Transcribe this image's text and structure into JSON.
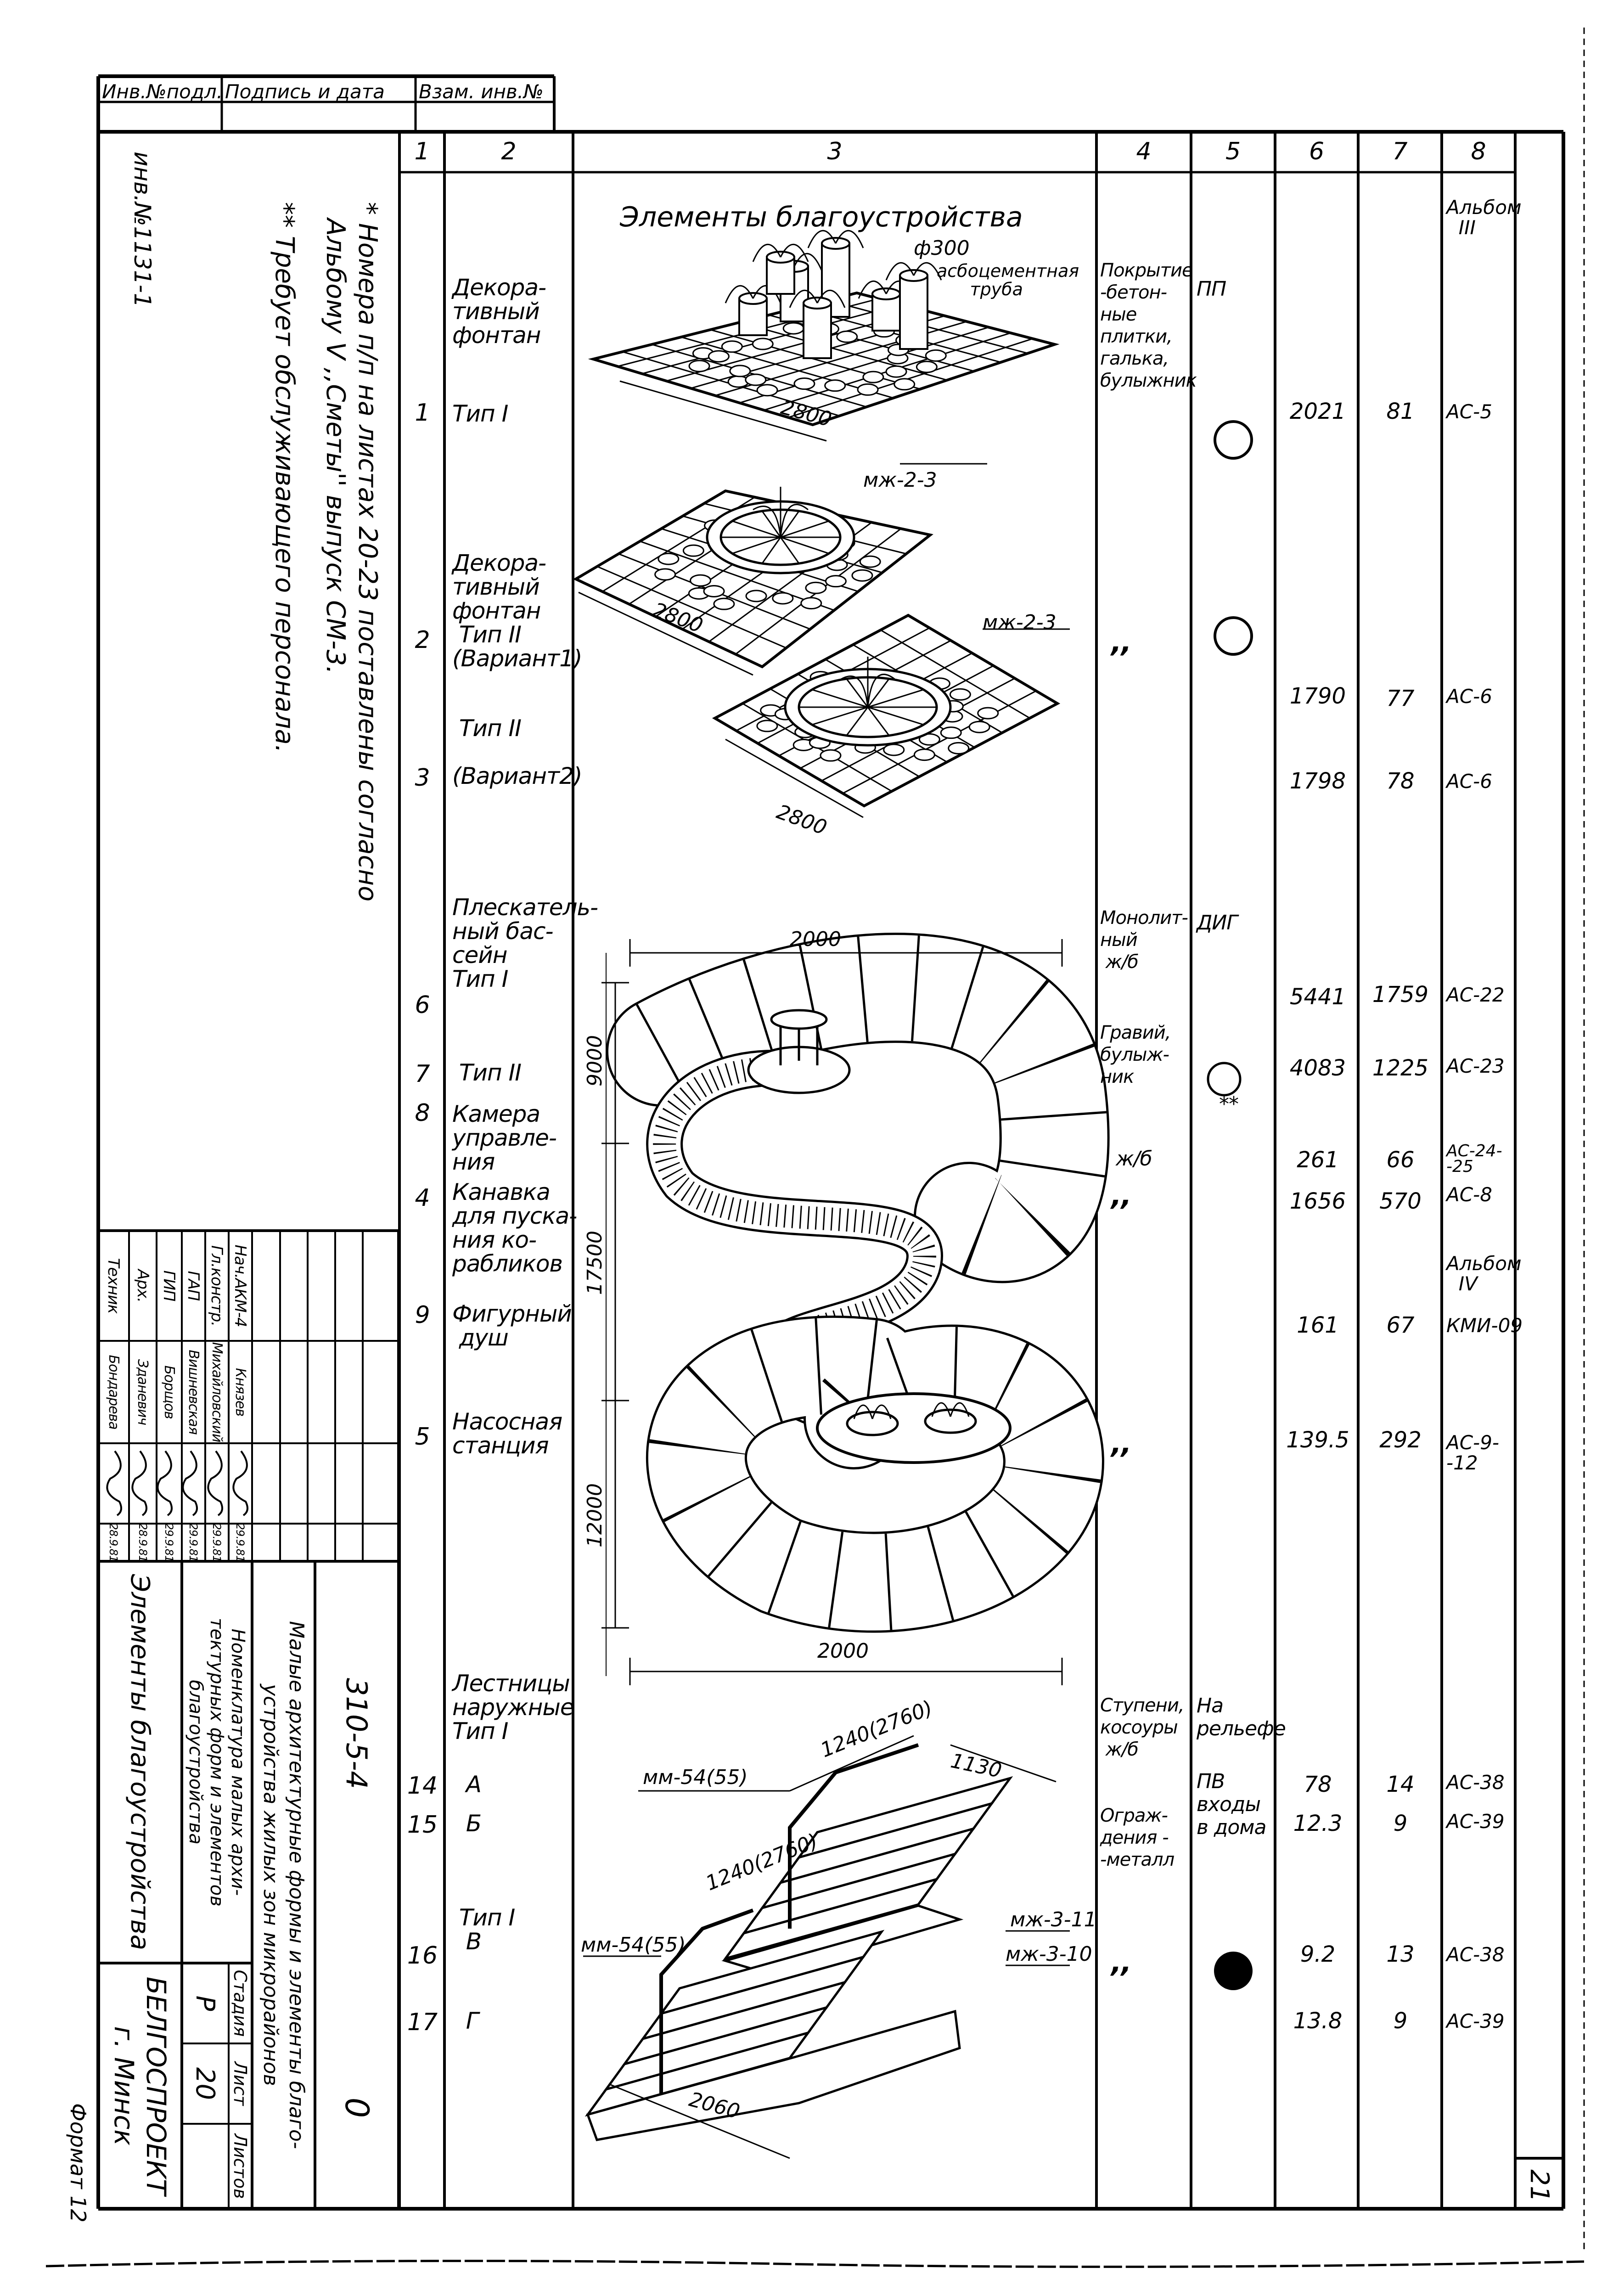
{
  "stamp_top": {
    "headers": [
      "Инв.№подл.",
      "Подпись и дата",
      "Взам. инв.№"
    ]
  },
  "inventory_no": "инв.№1131-1",
  "notes": [
    "* Номера п/п на листах 20-23 поставлены согласно\n  Альбому V ,,Сметы'' выпуск СМ-3.",
    "** Требует обслуживающего персонала."
  ],
  "table": {
    "column_numbers": [
      "1",
      "2",
      "3",
      "4",
      "5",
      "6",
      "7",
      "8"
    ],
    "section_title": "Элементы благоустройства",
    "rows": [
      {
        "n": "1",
        "name": "Декора-\nтивный\nфонтан",
        "type": "Тип I",
        "material": "Покрытие\n-бетон-\nные\nплитки,\nгалька,\nбулыжник",
        "col5": "ПП",
        "symbol": "open-circle",
        "col6": "2021",
        "col7": "81",
        "album": "Альбом\n  III",
        "col8": "АС-5"
      },
      {
        "n": "2",
        "name": "Декора-\nтивный\nфонтан\n Тип II\n(Вариант1)",
        "material": ",,",
        "symbol": "open-circle",
        "col6": "1790",
        "col7": "77",
        "col8": "АС-6"
      },
      {
        "n": "3",
        "name": " Тип II\n\n(Вариант2)",
        "col6": "1798",
        "col7": "78",
        "col8": "АС-6"
      },
      {
        "n": "6",
        "name": "Плескатель-\nный бас-\nсейн\nТип I",
        "material": "Монолит-\nный\n ж/б",
        "col5": "ДИГ",
        "col6": "5441",
        "col7": "1759",
        "col8": "АС-22"
      },
      {
        "n": "7",
        "name": " Тип II",
        "material": "Гравий,\nбулыж-\nник",
        "symbol": "open-circle",
        "symbol_note": "**",
        "col6": "4083",
        "col7": "1225",
        "col8": "АС-23"
      },
      {
        "n": "8",
        "name": "Камера\nуправле-\nния",
        "material": "ж/б",
        "col6": "261",
        "col7": "66",
        "col8": "АС-24-\n-25"
      },
      {
        "n": "4",
        "name": "Канавка\nдля пуска-\nния ко-\nрабликов",
        "material": ",,",
        "col6": "1656",
        "col7": "570",
        "col8": "АС-8"
      },
      {
        "n": "9",
        "name": "Фигурный\n душ",
        "album": "Альбом\n  IV",
        "col6": "161",
        "col7": "67",
        "col8": "КМИ-09"
      },
      {
        "n": "5",
        "name": "Насосная\nстанция",
        "material": ",,",
        "col6": "139.5",
        "col7": "292",
        "col8": "АС-9-\n-12"
      },
      {
        "name": "Лестницы\nнаружные\nТип I",
        "material": "Ступени,\nкосоуры\n ж/б",
        "col5": "На\nрельефе"
      },
      {
        "n": "14",
        "name": "  А",
        "col5": "ПВ\nвходы\nв дома",
        "col6": "78",
        "col7": "14",
        "col8": "АС-38"
      },
      {
        "n": "15",
        "name": "  Б",
        "material": "Ограж-\nдения -\n-металл",
        "col6": "12.3",
        "col7": "9",
        "col8": "АС-39"
      },
      {
        "n": "16",
        "name": " Тип I\n  В",
        "material": ",,",
        "symbol": "filled-circle",
        "col6": "9.2",
        "col7": "13",
        "col8": "АС-38"
      },
      {
        "n": "17",
        "name": "  Г",
        "col6": "13.8",
        "col7": "9",
        "col8": "АС-39"
      }
    ]
  },
  "drawing_labels": {
    "f300": "ф300",
    "pipe": "асбоцементная\n      труба",
    "f1_dim": "2800",
    "mzh23_a": "мж-2-3",
    "f2a_dim": "2800",
    "mzh23_b": "мж-2-3",
    "f2b_dim": "2800",
    "pool_top": "2000",
    "pool_9000": "9000",
    "pool_17500": "17500",
    "pool_12000": "12000",
    "pool_bottom": "2000",
    "st_1240a": "1240(2760)",
    "st_1130": "1130",
    "st_mm54a": "мм-54(55)",
    "st_1240b": "1240(2760)",
    "st_mm54b": "мм-54(55)",
    "st_mzh311": "мж-3-11",
    "st_mzh310": "мж-3-10",
    "st_2060": "2060"
  },
  "title_block": {
    "staff": [
      {
        "role": "Техник",
        "name": "Бондарева",
        "date": "28.9.81"
      },
      {
        "role": "Арх.",
        "name": "Зданевич",
        "date": "28.9.81"
      },
      {
        "role": "ГИП",
        "name": "Борщов",
        "date": "29.9.81"
      },
      {
        "role": "ГАП",
        "name": "Вишневская",
        "date": "29.9.81"
      },
      {
        "role": "Гл.констр.",
        "name": "Михайловский",
        "date": "29.9.81"
      },
      {
        "role": "Нач.АКМ-4",
        "name": "Князев",
        "date": "29.9.81"
      }
    ],
    "sheet_title": "Элементы благоустройства",
    "organization": "БЕЛГОСПРОЕКТ\nг. Минск",
    "drawing_title": "Номенклатура малых архи-\nтектурных форм и элементов\nблагоустройства",
    "stage_label": "Стадия",
    "stage": "Р",
    "sheet_label": "Лист",
    "sheet": "20",
    "sheets_label": "Листов",
    "project_title": "Малые архитектурные формы и элементы благо-\nустройства жилых зон микрорайонов",
    "project_code": "310-5-4",
    "revision": "0"
  },
  "format": "Формат 12",
  "sheet_number": "21"
}
